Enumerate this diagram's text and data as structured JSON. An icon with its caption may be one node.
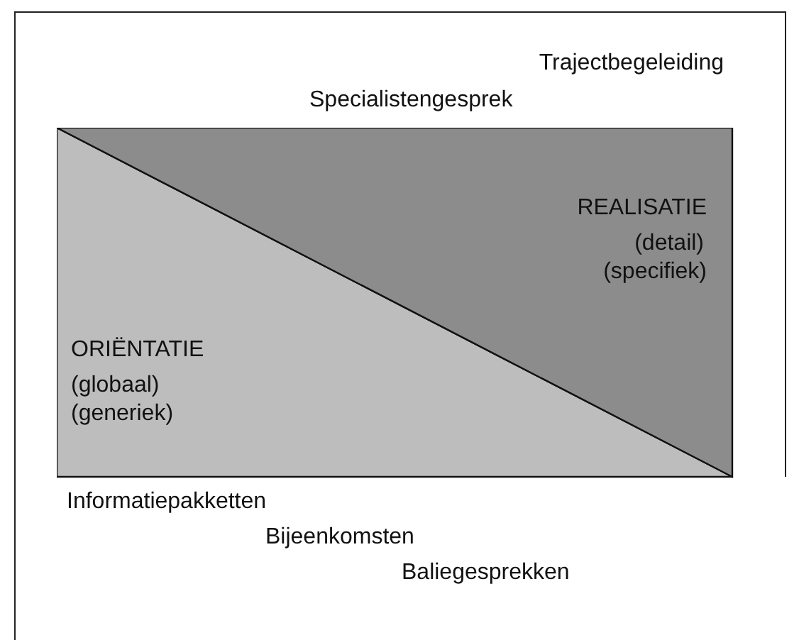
{
  "diagram": {
    "nodes": [
      {
        "text": [
          "ORIËNTATIE",
          "(globaal)",
          "(generiek)"
        ]
      },
      {
        "text": [
          "REALISATIE",
          "(detail)",
          "(specifiek)"
        ]
      }
    ],
    "labels": [
      "Trajectbegeleiding",
      "Specialistengesprek",
      "Informatiepakketten",
      "Bijeenkomsten",
      "Baliegesprekken"
    ]
  }
}
